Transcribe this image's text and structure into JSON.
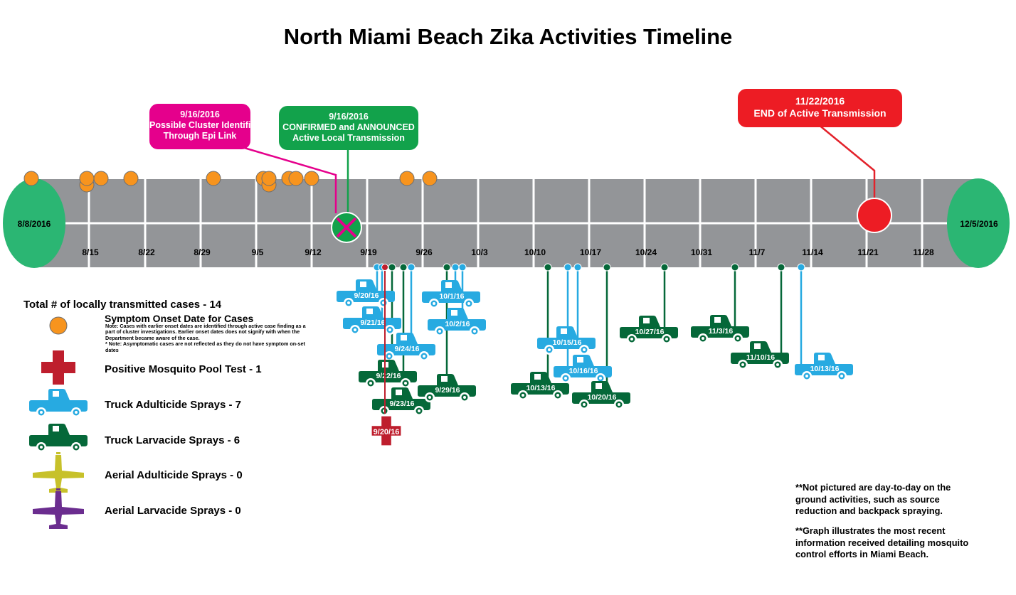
{
  "title": "North Miami Beach Zika Activities Timeline",
  "timeline": {
    "start_label": "8/8/2016",
    "end_label": "12/5/2016",
    "week_labels": [
      "8/15",
      "8/22",
      "8/29",
      "9/5",
      "9/12",
      "9/19",
      "9/26",
      "10/3",
      "10/10",
      "10/17",
      "10/24",
      "10/31",
      "11/7",
      "11/14",
      "11/21",
      "11/28"
    ]
  },
  "callouts": {
    "cluster": {
      "date": "9/16/2016",
      "line1": "Possible Cluster Identified",
      "line2": "Through Epi Link",
      "color": "#e5008c"
    },
    "confirmed": {
      "date": "9/16/2016",
      "line1": "CONFIRMED and ANNOUNCED",
      "line2": "Active Local Transmission",
      "color": "#12a24b"
    },
    "end": {
      "date": "11/22/2016",
      "line1": "END of Active Transmission",
      "color": "#e3222b"
    }
  },
  "trucks": [
    {
      "label": "9/20/16",
      "type": "adulticide"
    },
    {
      "label": "9/21/16",
      "type": "adulticide"
    },
    {
      "label": "9/24/16",
      "type": "adulticide"
    },
    {
      "label": "9/22/16",
      "type": "larvacide"
    },
    {
      "label": "9/23/16",
      "type": "larvacide"
    },
    {
      "label": "9/29/16",
      "type": "larvacide"
    },
    {
      "label": "10/1/16",
      "type": "adulticide"
    },
    {
      "label": "10/2/16",
      "type": "adulticide"
    },
    {
      "label": "10/15/16",
      "type": "adulticide"
    },
    {
      "label": "10/16/16",
      "type": "adulticide"
    },
    {
      "label": "10/13/16",
      "type": "larvacide"
    },
    {
      "label": "10/20/16",
      "type": "larvacide"
    },
    {
      "label": "10/27/16",
      "type": "larvacide"
    },
    {
      "label": "11/3/16",
      "type": "larvacide"
    },
    {
      "label": "11/10/16",
      "type": "larvacide"
    },
    {
      "label": "10/13/16",
      "type": "adulticide"
    }
  ],
  "mosquito_pool": {
    "label": "9/20/16"
  },
  "legend": {
    "title": "Total # of locally transmitted cases - 14",
    "symptom": "Symptom Onset Date for Cases",
    "note1": "Note: Cases with earlier onset dates are identified through active case finding as a part of cluster investigations. Earlier onset dates does not signify with when the Department became aware of the case.",
    "note2": "* Note: Asymptomatic cases are not reflected as they do not have symptom on-set dates",
    "mosquito": "Positive Mosquito Pool Test - 1",
    "truck_adult": "Truck Adulticide Sprays - 7",
    "truck_larva": "Truck Larvacide Sprays -  6",
    "aerial_adult": "Aerial Adulticide Sprays - 0",
    "aerial_larva": "Aerial Larvacide Sprays - 0"
  },
  "notes": {
    "note1": [
      "**Not pictured are day-to-day on the",
      "ground activities, such as source",
      "reduction and backpack spraying."
    ],
    "note2": [
      "**Graph illustrates the most recent",
      "information received detailing mosquito",
      "control efforts in Miami Beach."
    ]
  },
  "colors": {
    "bar": "#939598",
    "case": "#f7941e",
    "adulticide": "#27aae1",
    "larvacide": "#056839",
    "mosquito": "#be1e2d",
    "aerial_adult": "#c7c12a",
    "aerial_larva": "#6b2d8f",
    "end_marker": "#ed1c24",
    "end_cap": "#2bb673"
  }
}
